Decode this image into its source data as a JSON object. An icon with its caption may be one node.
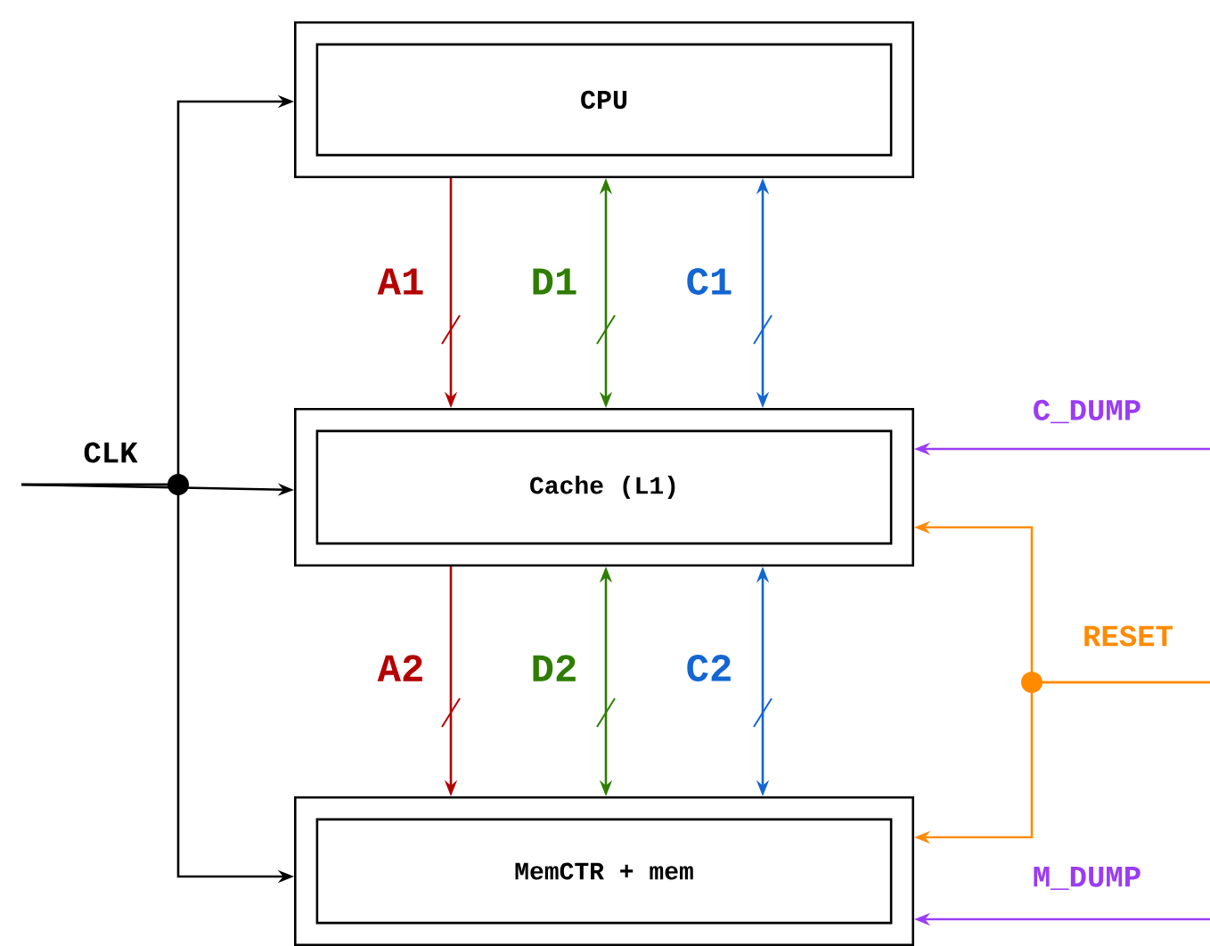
{
  "diagram": {
    "nodes": [
      {
        "text": [
          "CPU"
        ]
      },
      {
        "text": [
          "Cache (L1)"
        ]
      },
      {
        "text": [
          "MemCTR + mem"
        ]
      }
    ],
    "edges": [
      {
        "from": null,
        "to": 0,
        "arrow": "to"
      },
      {
        "from": null,
        "to": 1,
        "arrow": "to",
        "label": "CLK"
      },
      {
        "from": null,
        "to": 2,
        "arrow": "to"
      },
      {
        "from": 0,
        "to": 1,
        "arrow": "to",
        "label": "A1",
        "color": "#b30000"
      },
      {
        "from": 0,
        "to": 1,
        "arrow": "both",
        "label": "D1",
        "color": "#2e7d00"
      },
      {
        "from": 0,
        "to": 1,
        "arrow": "both",
        "label": "C1",
        "color": "#1466d2"
      },
      {
        "from": 1,
        "to": 2,
        "arrow": "to",
        "label": "A2",
        "color": "#b30000"
      },
      {
        "from": 1,
        "to": 2,
        "arrow": "both",
        "label": "D2",
        "color": "#2e7d00"
      },
      {
        "from": 1,
        "to": 2,
        "arrow": "both",
        "label": "C2",
        "color": "#1466d2"
      },
      {
        "from": null,
        "to": 1,
        "arrow": "to",
        "label": "C_DUMP",
        "color": "#9b3cf5"
      },
      {
        "from": null,
        "to": 1,
        "arrow": "to",
        "label": "RESET",
        "color": "#ff8a00"
      },
      {
        "from": null,
        "to": 2,
        "arrow": "to",
        "color": "#ff8a00"
      },
      {
        "from": null,
        "to": 2,
        "arrow": "to",
        "label": "M_DUMP",
        "color": "#9b3cf5"
      }
    ]
  }
}
